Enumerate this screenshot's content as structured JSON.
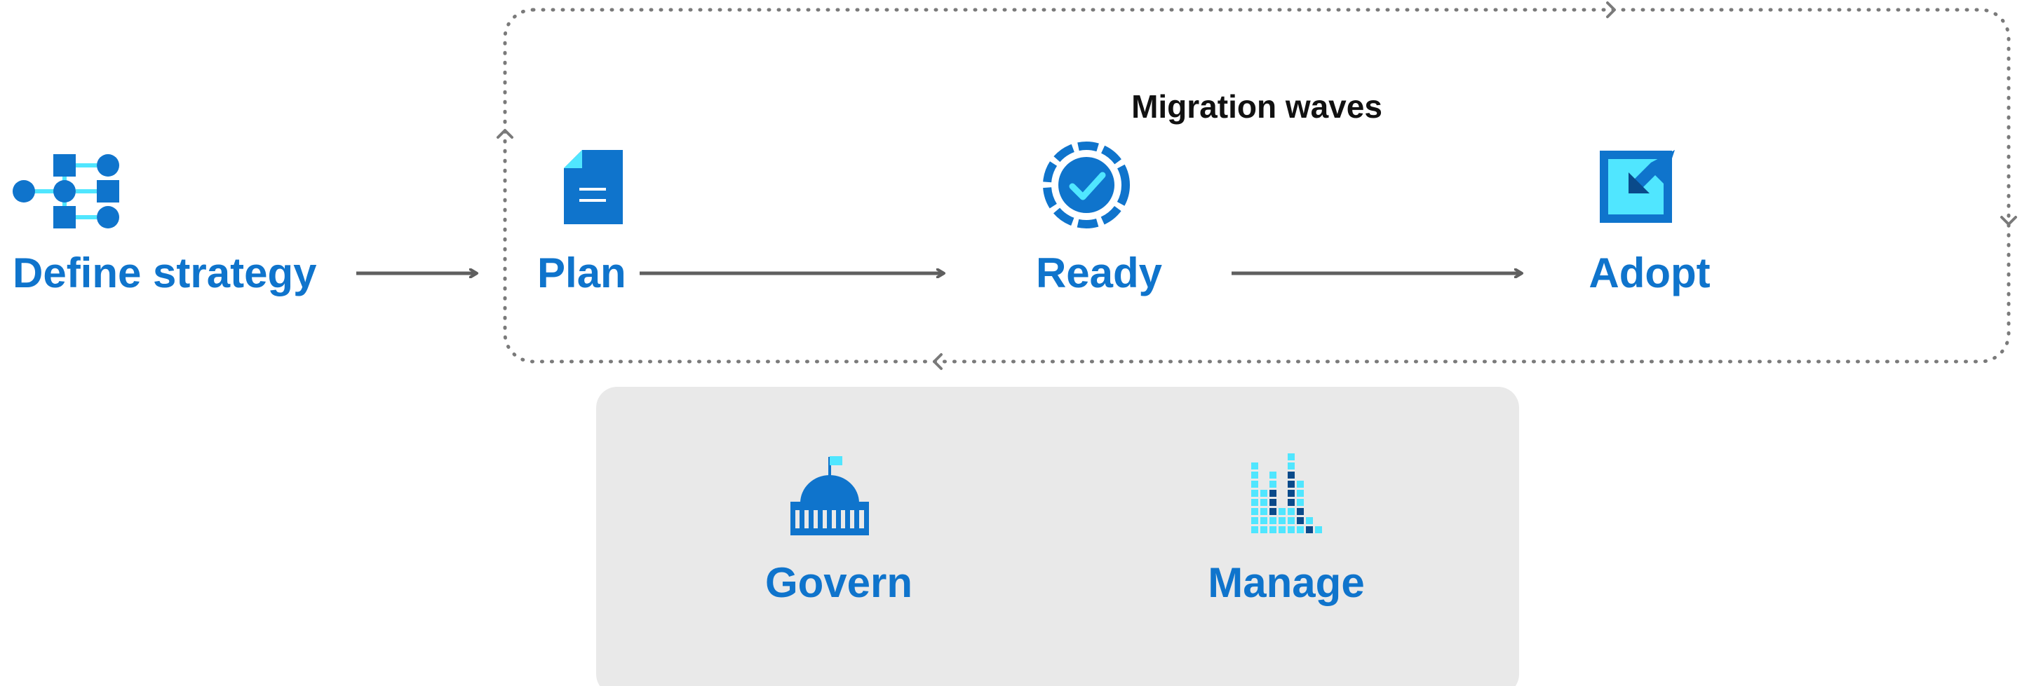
{
  "diagram": {
    "loop_label": "Migration waves",
    "stages": {
      "define_strategy": "Define strategy",
      "plan": "Plan",
      "ready": "Ready",
      "adopt": "Adopt",
      "govern": "Govern",
      "manage": "Manage"
    },
    "icons": {
      "define_strategy": "flowchart-icon",
      "plan": "document-icon",
      "ready": "checkmark-badge-icon",
      "adopt": "checkbox-arrow-icon",
      "govern": "capitol-building-icon",
      "manage": "bar-grid-icon"
    },
    "colors": {
      "primary_blue": "#0f74cc",
      "light_blue": "#50e6ff",
      "dark_blue": "#0a4a8a",
      "arrow_gray": "#5f5f5f",
      "dotted_gray": "#7a7a7a",
      "panel_gray": "#e9e9e9",
      "caption_black": "#111111"
    }
  }
}
